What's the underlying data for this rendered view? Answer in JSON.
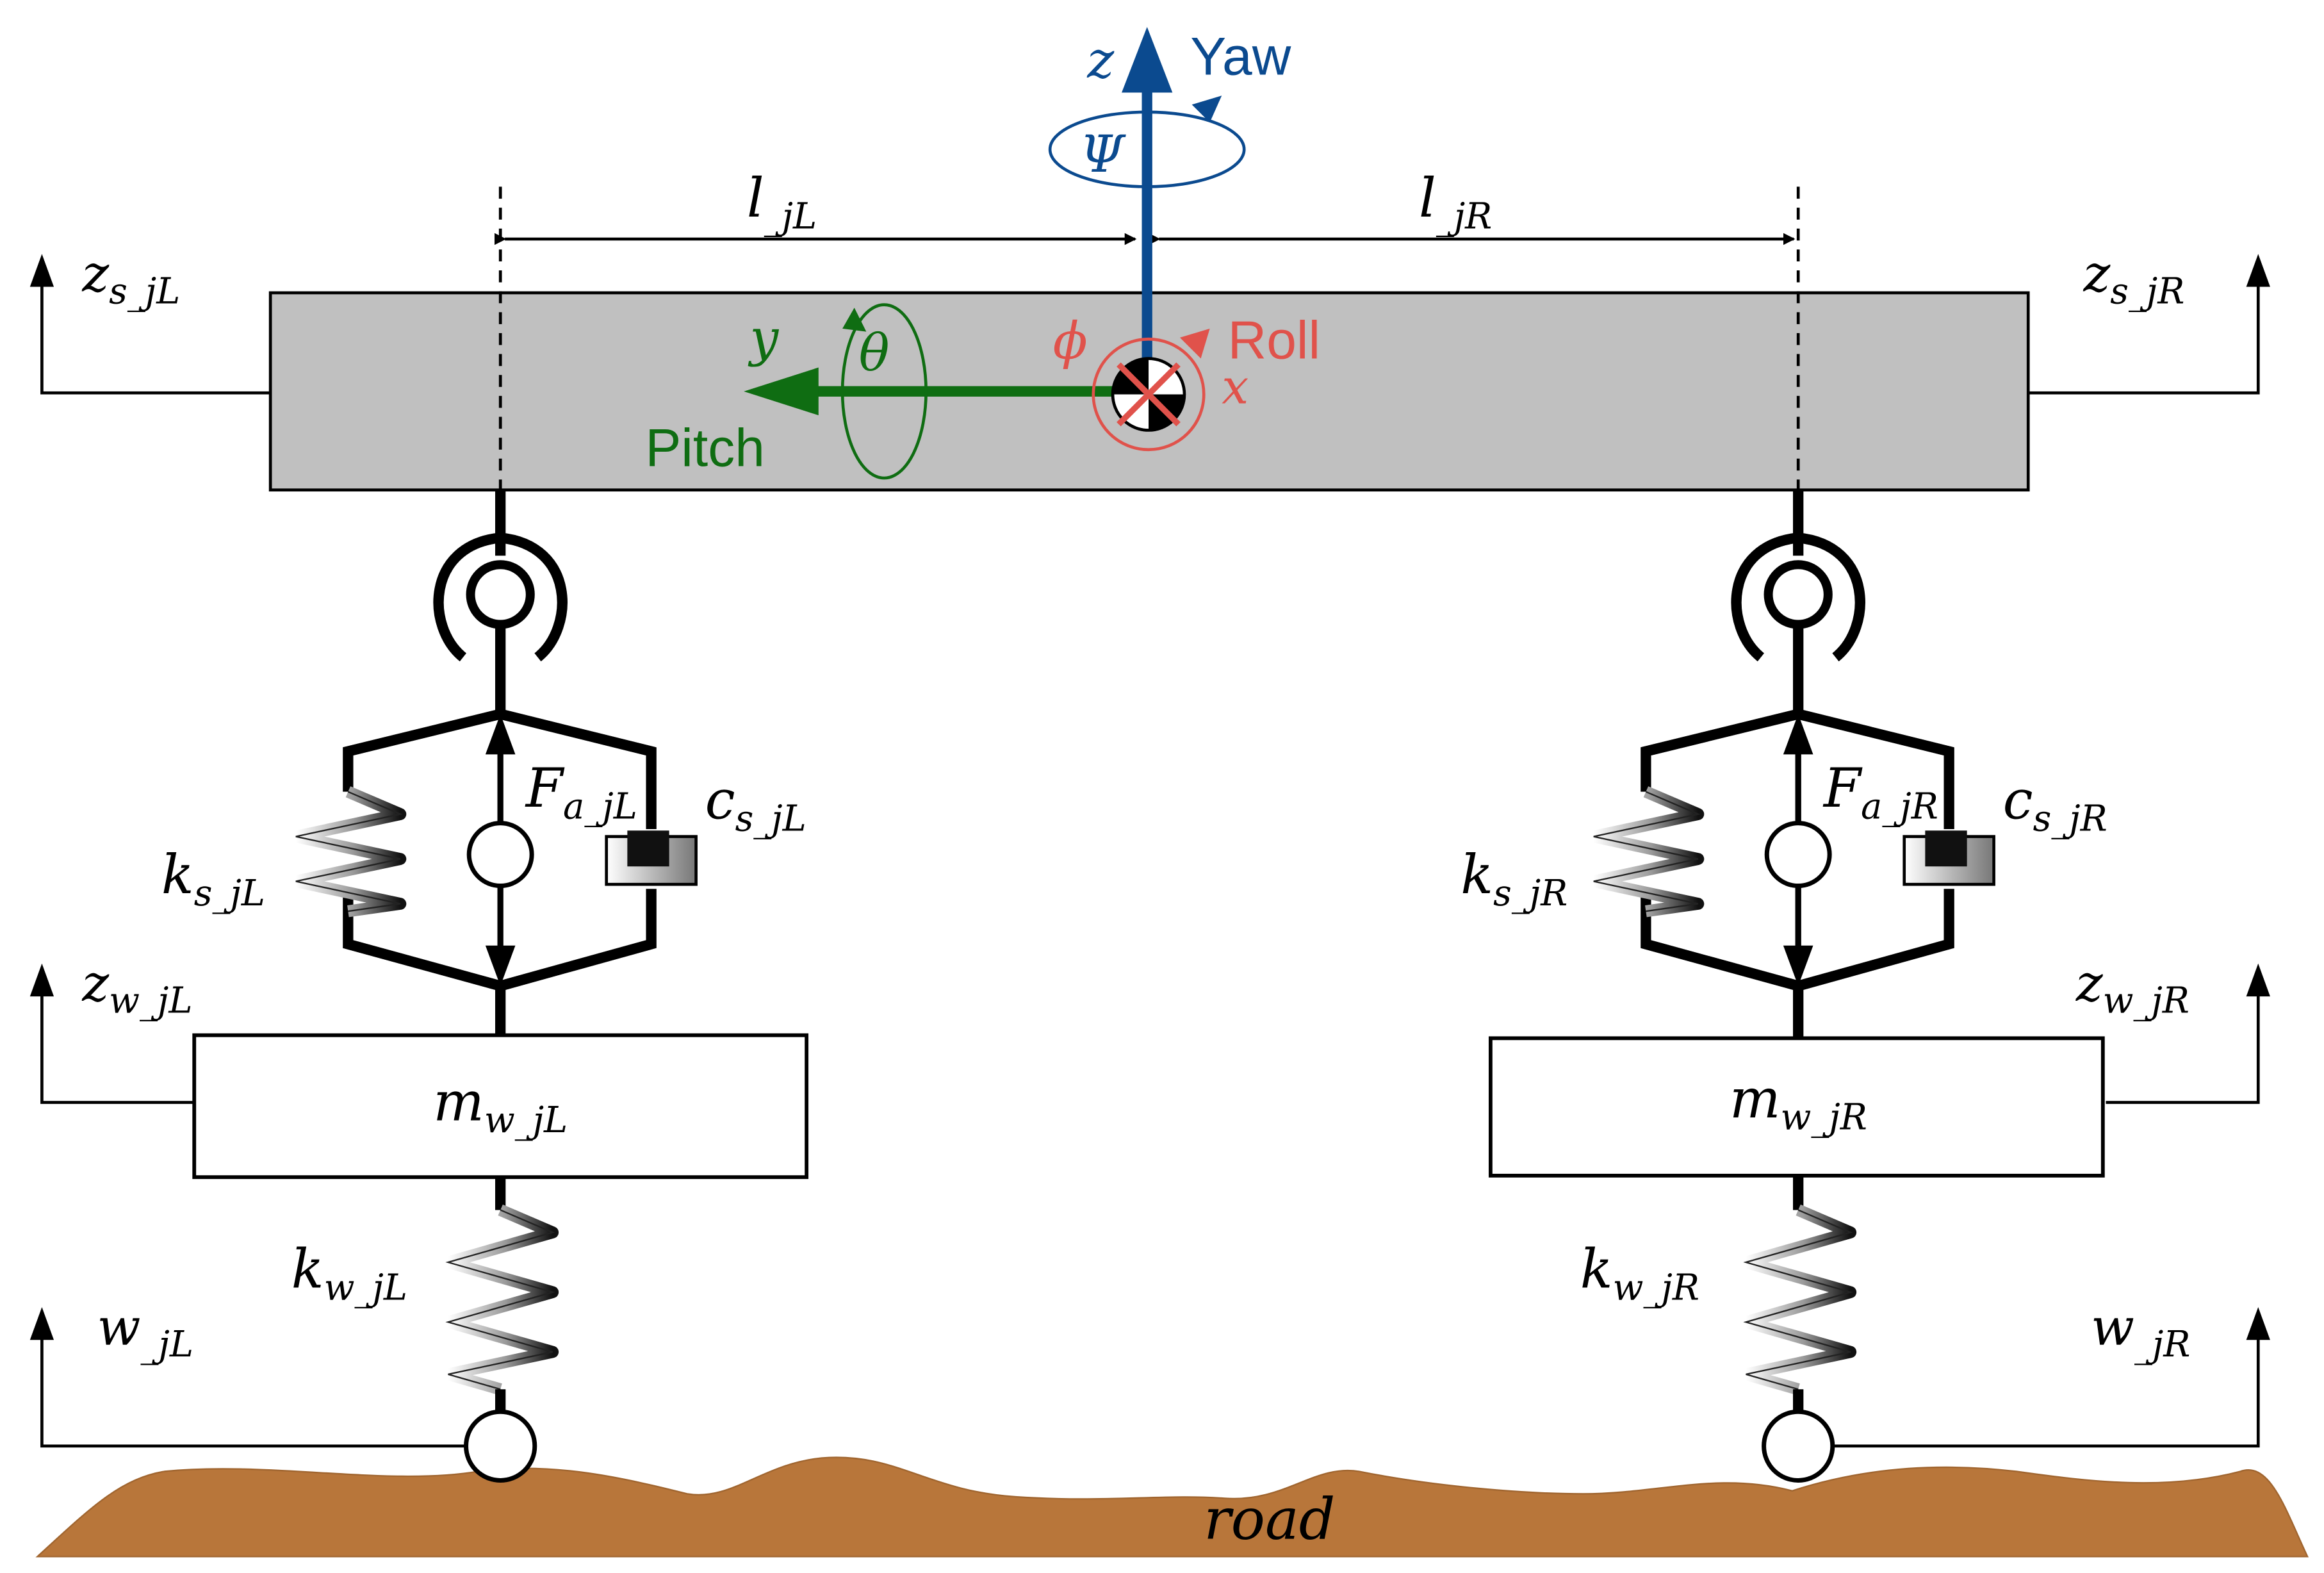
{
  "axes": {
    "z": "z",
    "yaw": "Yaw",
    "psi": "Ψ",
    "y": "y",
    "theta": "θ",
    "pitch": "Pitch",
    "x": "x",
    "phi": "ϕ",
    "roll": "Roll"
  },
  "colors": {
    "yaw": "#0b4a8f",
    "pitch": "#0f6d12",
    "roll": "#e0524b",
    "body": "#c0c0c0",
    "road": "#b8763a"
  },
  "dimensions": {
    "l_left": {
      "main": "l",
      "sub": "_jL"
    },
    "l_right": {
      "main": "l",
      "sub": "_jR"
    }
  },
  "left": {
    "zs": {
      "main": "z",
      "sub": "s_jL"
    },
    "zw": {
      "main": "z",
      "sub": "w_jL"
    },
    "w": {
      "main": "w",
      "sub": "_jL"
    },
    "ks": {
      "main": "k",
      "sub": "s_jL"
    },
    "cs": {
      "main": "c",
      "sub": "s_jL"
    },
    "fa": {
      "main": "F",
      "sub": "a_jL"
    },
    "mw": {
      "main": "m",
      "sub": "w_jL"
    },
    "kw": {
      "main": "k",
      "sub": "w_jL"
    }
  },
  "right": {
    "zs": {
      "main": "z",
      "sub": "s_jR"
    },
    "zw": {
      "main": "z",
      "sub": "w_jR"
    },
    "w": {
      "main": "w",
      "sub": "_jR"
    },
    "ks": {
      "main": "k",
      "sub": "s_jR"
    },
    "cs": {
      "main": "c",
      "sub": "s_jR"
    },
    "fa": {
      "main": "F",
      "sub": "a_jR"
    },
    "mw": {
      "main": "m",
      "sub": "w_jR"
    },
    "kw": {
      "main": "k",
      "sub": "w_jR"
    }
  },
  "road": "road"
}
